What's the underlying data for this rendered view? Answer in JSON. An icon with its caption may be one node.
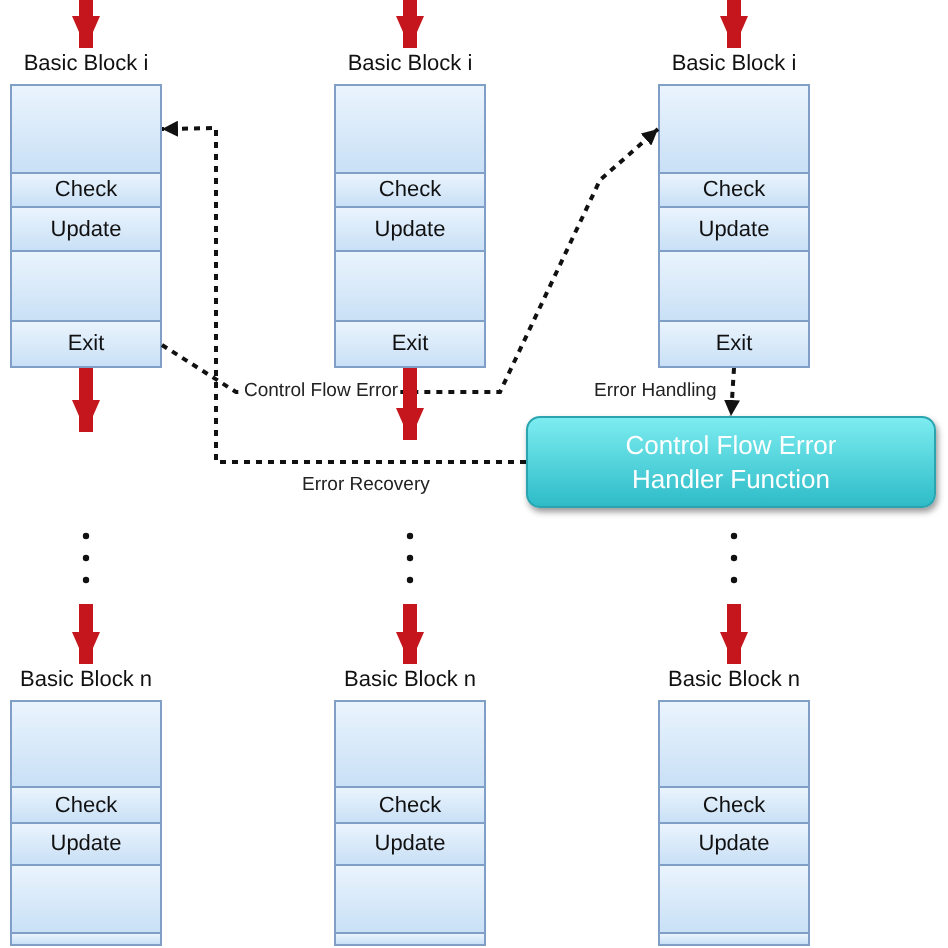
{
  "diagram": {
    "nodes": [
      {
        "text": [
          "Basic Block i"
        ]
      },
      {
        "text": [],
        "shape": "box",
        "in": 0
      },
      {
        "text": [
          "Check"
        ],
        "in": 0
      },
      {
        "text": [
          "Update"
        ],
        "in": 0
      },
      {
        "text": [],
        "shape": "box",
        "in": 0
      },
      {
        "text": [
          "Exit"
        ],
        "in": 0
      },
      {
        "text": [
          "Basic Block i"
        ]
      },
      {
        "text": [],
        "shape": "box",
        "in": 6
      },
      {
        "text": [
          "Check"
        ],
        "in": 6
      },
      {
        "text": [
          "Update"
        ],
        "in": 6
      },
      {
        "text": [],
        "shape": "box",
        "in": 6
      },
      {
        "text": [
          "Exit"
        ],
        "in": 6
      },
      {
        "text": [
          "Basic Block i"
        ]
      },
      {
        "text": [],
        "shape": "box",
        "in": 12
      },
      {
        "text": [
          "Check"
        ],
        "in": 12
      },
      {
        "text": [
          "Update"
        ],
        "in": 12
      },
      {
        "text": [],
        "shape": "box",
        "in": 12
      },
      {
        "text": [
          "Exit"
        ],
        "in": 12
      },
      {
        "text": [
          "Control Flow Error Handler Function"
        ]
      },
      {
        "text": [
          "Basic Block n"
        ]
      },
      {
        "text": [],
        "shape": "box",
        "in": 19
      },
      {
        "text": [
          "Check"
        ],
        "in": 19
      },
      {
        "text": [
          "Update"
        ],
        "in": 19
      },
      {
        "text": [],
        "shape": "box",
        "in": 19
      },
      {
        "text": [],
        "shape": "box",
        "in": 19
      },
      {
        "text": [
          "Basic Block n"
        ]
      },
      {
        "text": [],
        "shape": "box",
        "in": 25
      },
      {
        "text": [
          "Check"
        ],
        "in": 25
      },
      {
        "text": [
          "Update"
        ],
        "in": 25
      },
      {
        "text": [],
        "shape": "box",
        "in": 25
      },
      {
        "text": [],
        "shape": "box",
        "in": 25
      },
      {
        "text": [
          "Basic Block n"
        ]
      },
      {
        "text": [],
        "shape": "box",
        "in": 31
      },
      {
        "text": [
          "Check"
        ],
        "in": 31
      },
      {
        "text": [
          "Update"
        ],
        "in": 31
      },
      {
        "text": [],
        "shape": "box",
        "in": 31
      },
      {
        "text": [],
        "shape": "box",
        "in": 31
      }
    ],
    "edges": [
      {
        "from": null,
        "to": 0,
        "arrow": "to"
      },
      {
        "from": null,
        "to": 6,
        "arrow": "to"
      },
      {
        "from": null,
        "to": 12,
        "arrow": "to"
      },
      {
        "from": 5,
        "to": 13,
        "arrow": "to",
        "label": "Control Flow Error",
        "style": "dashed",
        "color": "#111111"
      },
      {
        "from": 5,
        "to": null,
        "arrow": "to"
      },
      {
        "from": 11,
        "to": null,
        "arrow": "to"
      },
      {
        "from": 17,
        "to": 18,
        "arrow": "to",
        "label": "Error Handling",
        "style": "dashed",
        "color": "#111111"
      },
      {
        "from": 18,
        "to": 1,
        "arrow": "to",
        "label": "Error Recovery",
        "style": "dashed",
        "color": "#111111"
      },
      {
        "from": null,
        "to": 19,
        "arrow": "to"
      },
      {
        "from": null,
        "to": 25,
        "arrow": "to"
      },
      {
        "from": null,
        "to": 31,
        "arrow": "to"
      }
    ]
  }
}
